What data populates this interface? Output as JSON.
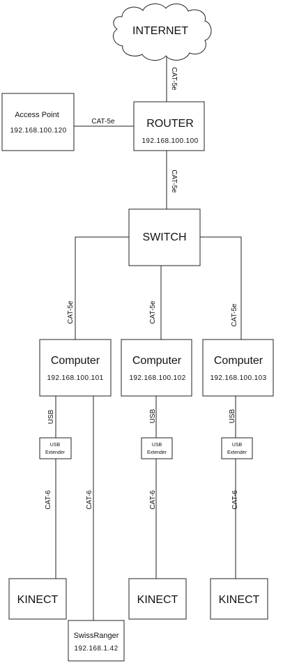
{
  "internet": {
    "label": "INTERNET"
  },
  "router": {
    "label": "ROUTER",
    "ip": "192.168.100.100"
  },
  "access_point": {
    "label": "Access Point",
    "ip": "192.168.100.120"
  },
  "switch": {
    "label": "SWITCH"
  },
  "computers": [
    {
      "label": "Computer",
      "ip": "192.168.100.101"
    },
    {
      "label": "Computer",
      "ip": "192.168.100.102"
    },
    {
      "label": "Computer",
      "ip": "192.168.100.103"
    }
  ],
  "usb_extender": {
    "line1": "USB",
    "line2": "Extender"
  },
  "kinect": {
    "label": "KINECT"
  },
  "swissranger": {
    "label": "SwissRanger",
    "ip": "192.168.1.42"
  },
  "connections": {
    "cat5e": "CAT-5e",
    "cat6": "CAT-6",
    "usb": "USB"
  }
}
